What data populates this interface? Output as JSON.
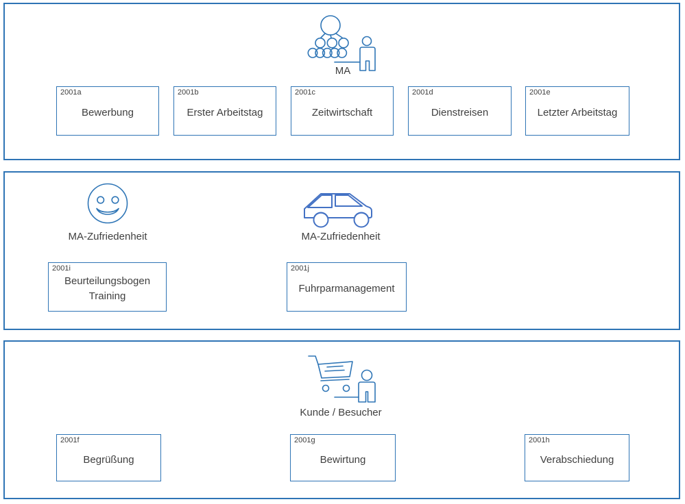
{
  "colors": {
    "panel_border": "#2e74b5",
    "box_border": "#2e74b5",
    "icon_primary": "#2e75b6",
    "icon_car": "#4472c4",
    "text": "#404040"
  },
  "panels": [
    {
      "icon": "org-chart-person-icon",
      "icon_label": "MA",
      "boxes": [
        {
          "code": "2001a",
          "label": "Bewerbung"
        },
        {
          "code": "2001b",
          "label": "Erster Arbeitstag"
        },
        {
          "code": "2001c",
          "label": "Zeitwirtschaft"
        },
        {
          "code": "2001d",
          "label": "Dienstreisen"
        },
        {
          "code": "2001e",
          "label": "Letzter Arbeitstag"
        }
      ]
    },
    {
      "groups": [
        {
          "icon": "smiley-icon",
          "icon_label": "MA-Zufriedenheit",
          "box": {
            "code": "2001i",
            "label": "Beurteilungsbogen Training"
          }
        },
        {
          "icon": "car-icon",
          "icon_label": "MA-Zufriedenheit",
          "box": {
            "code": "2001j",
            "label": "Fuhrparmanagement"
          }
        }
      ]
    },
    {
      "icon": "shopping-cart-person-icon",
      "icon_label": "Kunde / Besucher",
      "boxes": [
        {
          "code": "2001f",
          "label": "Begrüßung"
        },
        {
          "code": "2001g",
          "label": "Bewirtung"
        },
        {
          "code": "2001h",
          "label": "Verabschiedung"
        }
      ]
    }
  ]
}
